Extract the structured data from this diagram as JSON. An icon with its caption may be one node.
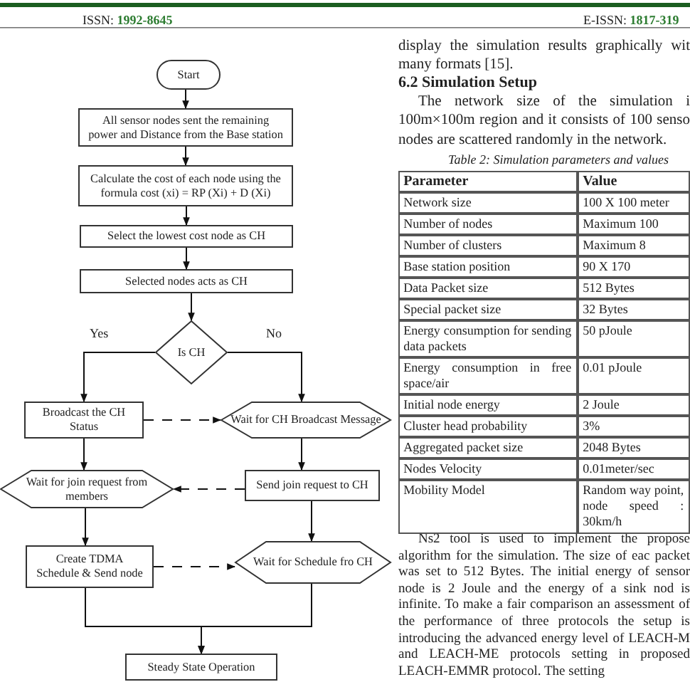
{
  "diagram": {
    "nodes": [
      {
        "text": [
          "Start"
        ]
      },
      {
        "text": [
          "All sensor nodes sent the remaining power and Distance from the Base station"
        ]
      },
      {
        "text": [
          "Calculate the cost of each node using the formula cost (xi) = RP (Xi) + D (Xi)"
        ]
      },
      {
        "text": [
          "Select the lowest cost node as CH"
        ]
      },
      {
        "text": [
          "Selected nodes acts as CH"
        ]
      },
      {
        "text": [
          "Is CH"
        ]
      },
      {
        "text": [
          "Broadcast the CH Status"
        ]
      },
      {
        "text": [
          "Wait for CH Broadcast Message"
        ]
      },
      {
        "text": [
          "Wait for join request from members"
        ]
      },
      {
        "text": [
          "Send join request to CH"
        ]
      },
      {
        "text": [
          "Create TDMA Schedule & Send node"
        ]
      },
      {
        "text": [
          "Wait for Schedule fro CH"
        ]
      },
      {
        "text": [
          "Steady State Operation"
        ]
      }
    ],
    "edges": [
      {
        "from": 0,
        "to": 1,
        "arrow": "to"
      },
      {
        "from": 1,
        "to": 2,
        "arrow": "to"
      },
      {
        "from": 2,
        "to": 3,
        "arrow": "to"
      },
      {
        "from": 3,
        "to": 4,
        "arrow": "to"
      },
      {
        "from": 4,
        "to": 5,
        "arrow": "to"
      },
      {
        "from": 5,
        "to": 6,
        "arrow": "to",
        "label": "Yes"
      },
      {
        "from": 5,
        "to": 7,
        "arrow": "to",
        "label": "No"
      },
      {
        "from": 6,
        "to": 7,
        "arrow": "to",
        "style": "dashed"
      },
      {
        "from": 6,
        "to": 8,
        "arrow": "to"
      },
      {
        "from": 7,
        "to": 9,
        "arrow": "to"
      },
      {
        "from": 9,
        "to": 8,
        "arrow": "to",
        "style": "dashed"
      },
      {
        "from": 8,
        "to": 10,
        "arrow": "to"
      },
      {
        "from": 9,
        "to": 11,
        "arrow": "to"
      },
      {
        "from": 10,
        "to": 11,
        "arrow": "to",
        "style": "dashed"
      },
      {
        "from": 10,
        "to": 12,
        "arrow": "to"
      },
      {
        "from": 11,
        "to": 12,
        "arrow": "to"
      }
    ],
    "labels": [
      "ISSN: **1992-8645**",
      "E-ISSN: **1817-319**",
      "display the simulation results graphically wit many formats [15].",
      "6.2 Simulation Setup",
      "The network size of the simulation i 100m×100m region and it consists of 100 senso nodes are scattered randomly in the network.",
      "Table 2: Simulation parameters and values",
      "Parameter",
      "Value",
      "Network size",
      "100 X 100 meter",
      "Number of nodes",
      "Maximum 100",
      "Number of clusters",
      "Maximum 8",
      "Base station position",
      "90 X 170",
      "Data Packet size",
      "512 Bytes",
      "Special packet size",
      "32 Bytes",
      "Energy consumption for sending data packets",
      "50 pJoule",
      "Energy consumption in free space/air",
      "0.01 pJoule",
      "Initial node energy",
      "2 Joule",
      "Cluster head probability",
      "3%",
      "Aggregated packet size",
      "2048 Bytes",
      "Nodes Velocity",
      "0.01meter/sec",
      "Mobility Model",
      "Random way point, node speed : 30km/h",
      "Ns2 tool is used to implement the propose algorithm for the simulation. The size of eac packet was set to 512 Bytes. The initial energy of sensor node is 2 Joule and the energy of a sink nod is infinite. To make a fair comparison an assessment of the performance of three protocols the setup is introducing the advanced energy level of LEACH-M and LEACH-ME protocols setting in proposed LEACH-EMMR protocol. The setting"
    ]
  }
}
